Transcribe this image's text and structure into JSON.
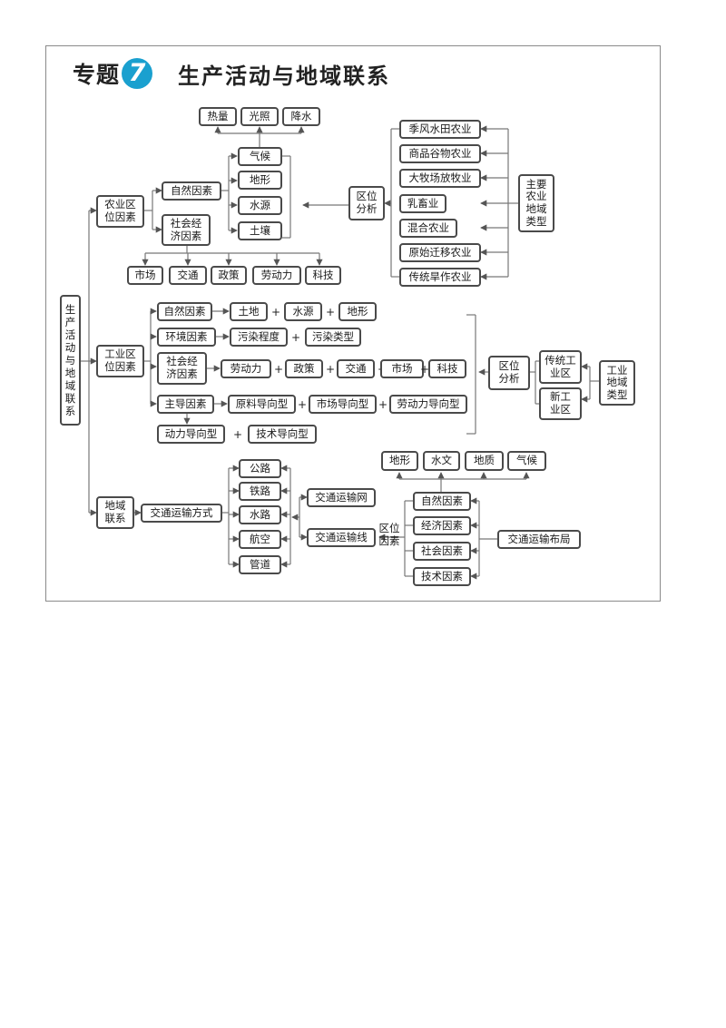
{
  "title": {
    "prefix": "专题",
    "number": "7",
    "main": "生产活动与地域联系"
  },
  "root": "生\n产\n活\n动\n与\n地\n域\n联\n系",
  "agri": {
    "main": "农业区\n位因素",
    "natural": "自然因素",
    "social": "社会经\n济因素",
    "natural_items": [
      "气候",
      "地形",
      "水源",
      "土壤"
    ],
    "climate_items": [
      "热量",
      "光照",
      "降水"
    ],
    "social_items": [
      "市场",
      "交通",
      "政策",
      "劳动力",
      "科技"
    ],
    "location": "区位\n分析",
    "types": [
      "季风水田农业",
      "商品谷物农业",
      "大牧场放牧业",
      "乳畜业",
      "混合农业",
      "原始迁移农业",
      "传统旱作农业"
    ],
    "types_label": "主要\n农业\n地域\n类型"
  },
  "industry": {
    "main": "工业区\n位因素",
    "natural": "自然因素",
    "natural_items": [
      "土地",
      "水源",
      "地形"
    ],
    "env": "环境因素",
    "env_items": [
      "污染程度",
      "污染类型"
    ],
    "social": "社会经\n济因素",
    "social_items": [
      "劳动力",
      "政策",
      "交通",
      "市场",
      "科技"
    ],
    "dominant": "主导因素",
    "dominant_items": [
      "原料导向型",
      "市场导向型",
      "劳动力导向型",
      "动力导向型",
      "技术导向型"
    ],
    "location": "区位\n分析",
    "traditional": "传统工\n业区",
    "new": "新工\n业区",
    "types_label": "工业\n地域\n类型"
  },
  "transport": {
    "main": "地域\n联系",
    "mode": "交通运输方式",
    "modes": [
      "公路",
      "铁路",
      "水路",
      "航空",
      "管道"
    ],
    "network": "交通运输网",
    "line": "交通运输线",
    "location_label": "区位\n因素",
    "factors": [
      "自然因素",
      "经济因素",
      "社会因素",
      "技术因素"
    ],
    "natural_items": [
      "地形",
      "水文",
      "地质",
      "气候"
    ],
    "layout": "交通运输布局"
  }
}
